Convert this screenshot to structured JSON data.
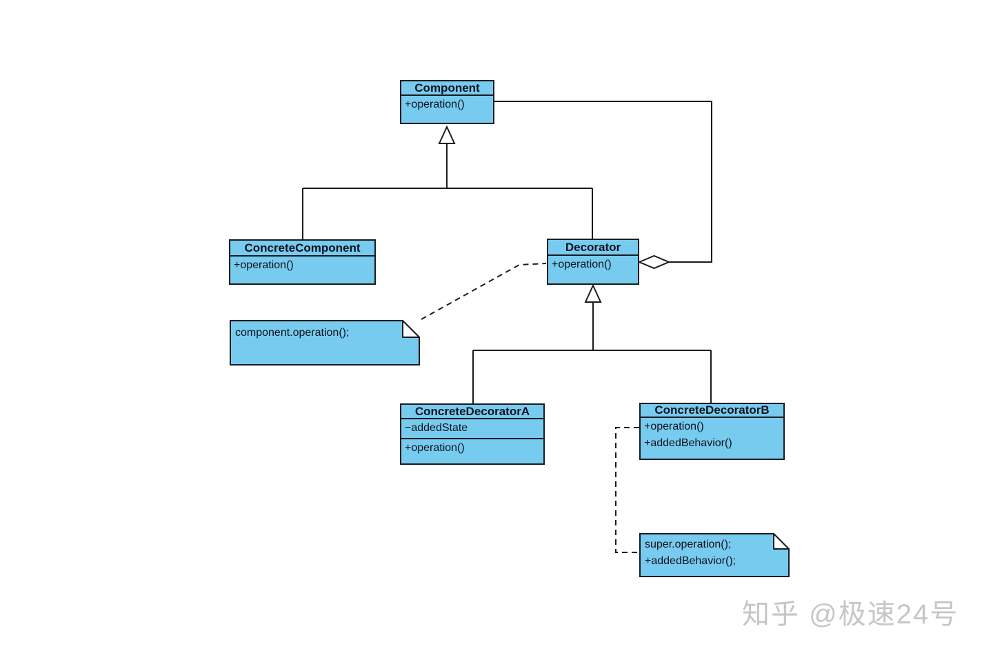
{
  "colors": {
    "class_fill": "#77cbef",
    "line": "#1a1a1f",
    "background": "#ffffff",
    "watermark": "#c6c6c6"
  },
  "classes": [
    {
      "name": "Component",
      "attributes": [],
      "methods": [
        "+operation()"
      ]
    },
    {
      "name": "ConcreteComponent",
      "attributes": [],
      "methods": [
        "+operation()"
      ]
    },
    {
      "name": "Decorator",
      "attributes": [],
      "methods": [
        "+operation()"
      ]
    },
    {
      "name": "ConcreteDecoratorA",
      "attributes": [
        "−addedState"
      ],
      "methods": [
        "+operation()"
      ]
    },
    {
      "name": "ConcreteDecoratorB",
      "attributes": [],
      "methods": [
        "+operation()",
        "+addedBehavior()"
      ]
    }
  ],
  "notes": [
    {
      "lines": [
        "component.operation();"
      ]
    },
    {
      "lines": [
        "super.operation();",
        "+addedBehavior();"
      ]
    }
  ],
  "relations": [
    {
      "type": "inheritance",
      "from": "ConcreteComponent",
      "to": "Component"
    },
    {
      "type": "inheritance",
      "from": "Decorator",
      "to": "Component"
    },
    {
      "type": "aggregation",
      "from": "Decorator",
      "to": "Component"
    },
    {
      "type": "inheritance",
      "from": "ConcreteDecoratorA",
      "to": "Decorator"
    },
    {
      "type": "inheritance",
      "from": "ConcreteDecoratorB",
      "to": "Decorator"
    },
    {
      "type": "note-link",
      "from": "component.operation();",
      "to": "Decorator"
    },
    {
      "type": "note-link",
      "from": "super.operation();",
      "to": "ConcreteDecoratorB"
    }
  ],
  "watermark": {
    "text": "知乎 @极速24号"
  }
}
